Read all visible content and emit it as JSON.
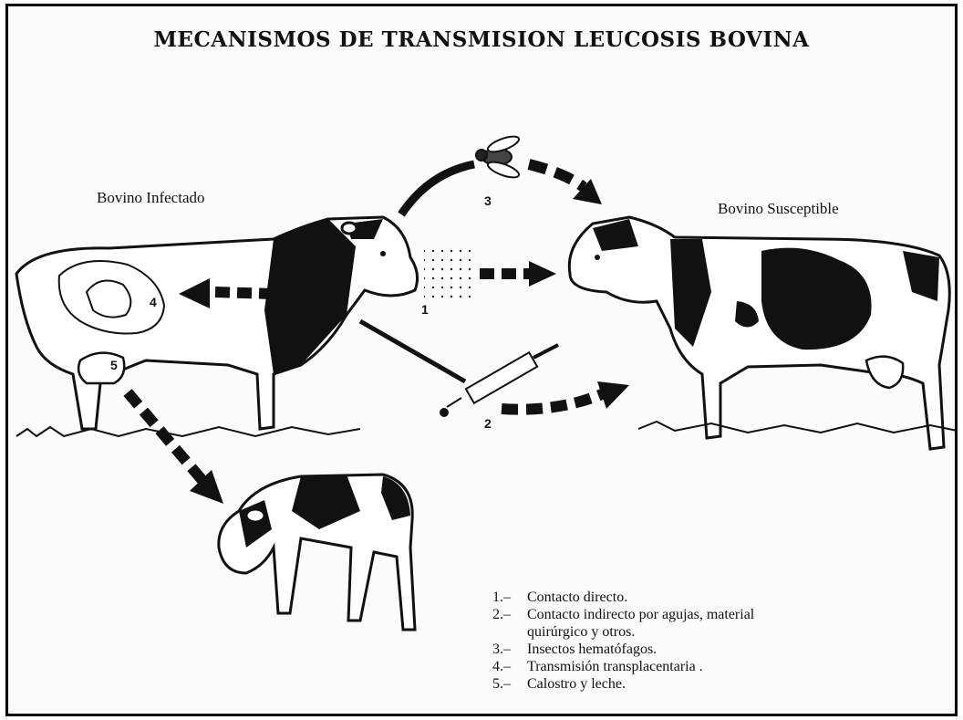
{
  "title": "MECANISMOS DE TRANSMISION LEUCOSIS BOVINA",
  "labels": {
    "infected": "Bovino Infectado",
    "susceptible": "Bovino Susceptible"
  },
  "markers": [
    "1",
    "2",
    "3",
    "4",
    "5"
  ],
  "legend": [
    {
      "num": "1.–",
      "text": "Contacto directo."
    },
    {
      "num": "2.–",
      "text": "Contacto indirecto por agujas, material"
    },
    {
      "num": "",
      "text": "quirúrgico y otros."
    },
    {
      "num": "3.–",
      "text": "Insectos hematófagos."
    },
    {
      "num": "4.–",
      "text": "Transmisión transplacentaria ."
    },
    {
      "num": "5.–",
      "text": "Calostro y leche."
    }
  ]
}
